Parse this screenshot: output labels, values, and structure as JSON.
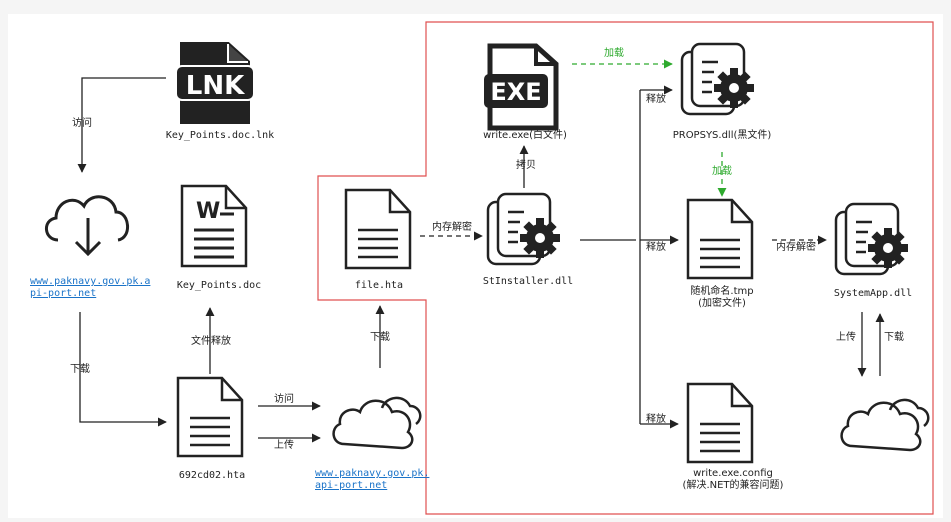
{
  "nodes": {
    "lnk_file": "Key_Points.doc.lnk",
    "cloud_url_1": "www.paknavy.gov.pk.a\npi-port.net",
    "doc_file": "Key_Points.doc",
    "hta_local": "692cd02.hta",
    "cloud_url_2": "www.paknavy.gov.pk.\napi-port.net",
    "file_hta": "file.hta",
    "write_exe": "write.exe(白文件)",
    "stinstaller": "StInstaller.dll",
    "propsys": "PROPSYS.dll(黑文件)",
    "random_tmp": "随机命名.tmp\n(加密文件)",
    "write_config": "write.exe.config\n(解决.NET的兼容问题)",
    "systemapp": "SystemApp.dll"
  },
  "edges": {
    "visit_1": "访问",
    "download_1": "下载",
    "file_release": "文件释放",
    "visit_2": "访问",
    "upload_1": "上传",
    "download_2": "下载",
    "mem_decrypt_1": "内存解密",
    "copy": "拷贝",
    "load_1": "加载",
    "release_1": "释放",
    "load_2": "加载",
    "release_2": "释放",
    "release_3": "释放",
    "mem_decrypt_2": "内存解密",
    "upload_2": "上传",
    "download_3": "下载"
  },
  "icons": {
    "lnk_icon_text": "LNK",
    "exe_icon_text": "EXE",
    "doc_icon_text": "W"
  },
  "colors": {
    "arrow": "#222222",
    "load_arrow": "#2eaa2e",
    "box_border": "#e05050",
    "link": "#1a73c8"
  }
}
